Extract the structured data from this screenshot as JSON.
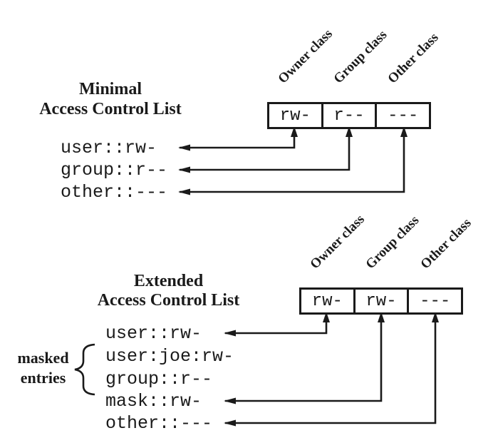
{
  "colors": {
    "background": "#ffffff",
    "ink": "#1a1a1a"
  },
  "minimal": {
    "title_line1": "Minimal",
    "title_line2": "Access Control List",
    "class_labels": [
      "Owner class",
      "Group class",
      "Other class"
    ],
    "cells": [
      "rw-",
      "r--",
      "---"
    ],
    "entries": [
      "user::rw-",
      "group::r--",
      "other::---"
    ]
  },
  "extended": {
    "title_line1": "Extended",
    "title_line2": "Access Control List",
    "class_labels": [
      "Owner class",
      "Group class",
      "Other class"
    ],
    "cells": [
      "rw-",
      "rw-",
      "---"
    ],
    "entries": [
      "user::rw-",
      "user:joe:rw-",
      "group::r--",
      "mask::rw-",
      "other::---"
    ],
    "masked_label_line1": "masked",
    "masked_label_line2": "entries"
  }
}
